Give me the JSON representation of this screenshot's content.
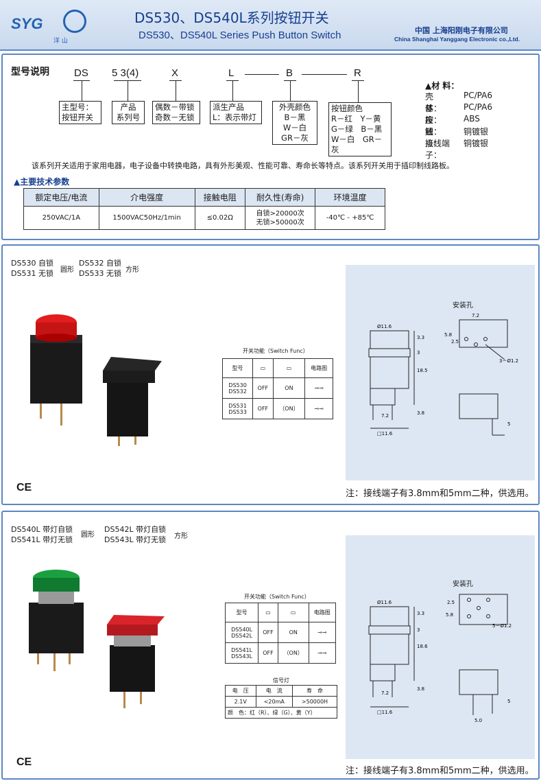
{
  "header": {
    "logo_text": "SYG",
    "logo_sub": "洋 山",
    "title_cn": "DS530、DS540L系列按钮开关",
    "title_en": "DS530、DS540L Series Push Button Switch",
    "company_cn": "中国 上海阳刚电子有限公司",
    "company_en": "China Shanghai Yanggang Electronic co.,Ltd."
  },
  "model": {
    "section_title": "型号说明",
    "codes": [
      "DS",
      "5 3(4)",
      "X",
      "L",
      "B",
      "R"
    ],
    "boxes": [
      [
        "主型号：",
        "按钮开关"
      ],
      [
        "产品",
        "系列号"
      ],
      [
        "偶数－带锁",
        "奇数－无锁"
      ],
      [
        "派生产品",
        "L：表示带灯"
      ],
      [
        "外壳颜色",
        "B－黑",
        "W－白",
        "GR－灰"
      ],
      [
        "按钮颜色",
        "R－红　Y－黄",
        "G－绿　B－黑",
        "W－白　GR－灰"
      ]
    ]
  },
  "materials": {
    "title": "▲材 料：",
    "rows": [
      {
        "k": "壳　　体：",
        "v": "PC/PA6"
      },
      {
        "k": "基　　座：",
        "v": "PC/PA6"
      },
      {
        "k": "按　　钮：",
        "v": "ABS"
      },
      {
        "k": "触　　点：",
        "v": "铜镀银"
      },
      {
        "k": "接线端子：",
        "v": "铜镀银"
      }
    ]
  },
  "description": "该系列开关适用于家用电器，电子设备中转换电路，具有外形美观、性能可靠、寿命长等特点。该系列开关用于插印制线路板。",
  "spec": {
    "title": "▲主要技术参数",
    "headers": [
      "额定电压/电流",
      "介电强度",
      "接触电阻",
      "耐久性(寿命)",
      "环境温度"
    ],
    "values": [
      "250VAC/1A",
      "1500VAC50Hz/1min",
      "≤0.02Ω",
      "自锁>20000次\n无锁>50000次",
      "-40℃ - +85℃"
    ]
  },
  "ds530": {
    "line1": "DS530 自锁",
    "line2": "DS531 无锁",
    "shape1": "圆形",
    "line3": "DS532 自锁",
    "line4": "DS533 无锁",
    "shape2": "方形",
    "func_title": "开关功能（Switch Func）",
    "func_header": [
      "型号",
      "",
      "",
      "电路图"
    ],
    "func_rows": [
      {
        "model": "DS530\nDS532",
        "a": "OFF",
        "b": "ON"
      },
      {
        "model": "DS531\nDS533",
        "a": "OFF",
        "b": "（ON）"
      }
    ],
    "mount_label": "安装孔",
    "dims": [
      "Ø11.6",
      "3.3",
      "3",
      "18.5",
      "7.2",
      "3.8",
      "□11.6",
      "7.2",
      "5.8",
      "2.5",
      "3－Ø1.2",
      "5"
    ],
    "note": "注：接线端子有3.8mm和5mm二种，供选用。"
  },
  "ds540": {
    "line1": "DS540L 带灯自锁",
    "line2": "DS541L 带灯无锁",
    "shape1": "圆形",
    "line3": "DS542L 带灯自锁",
    "line4": "DS543L 带灯无锁",
    "shape2": "方形",
    "func_title": "开关功能（Switch Func）",
    "func_rows": [
      {
        "model": "DS540L\nDS542L",
        "a": "OFF",
        "b": "ON"
      },
      {
        "model": "DS541L\nDS543L",
        "a": "OFF",
        "b": "（ON）"
      }
    ],
    "lamp_title": "信号灯",
    "lamp_headers": [
      "电　压",
      "电　流",
      "寿　命"
    ],
    "lamp_values": [
      "2.1V",
      "<20mA",
      ">50000H"
    ],
    "lamp_colors": "颜　色：红（R）、绿（G）、黄（Y）",
    "mount_label": "安装孔",
    "dims": [
      "Ø11.6",
      "3.3",
      "3",
      "18.6",
      "7.2",
      "3.8",
      "□11.6",
      "2.5",
      "5.8",
      "5－Ø1.2",
      "5",
      "5.0"
    ],
    "note": "注：接线端子有3.8mm和5mm二种，供选用。"
  },
  "certs": "CE",
  "colors": {
    "accent": "#5b86c4",
    "title": "#173f8f",
    "diagram_bg": "#dde7f3"
  }
}
